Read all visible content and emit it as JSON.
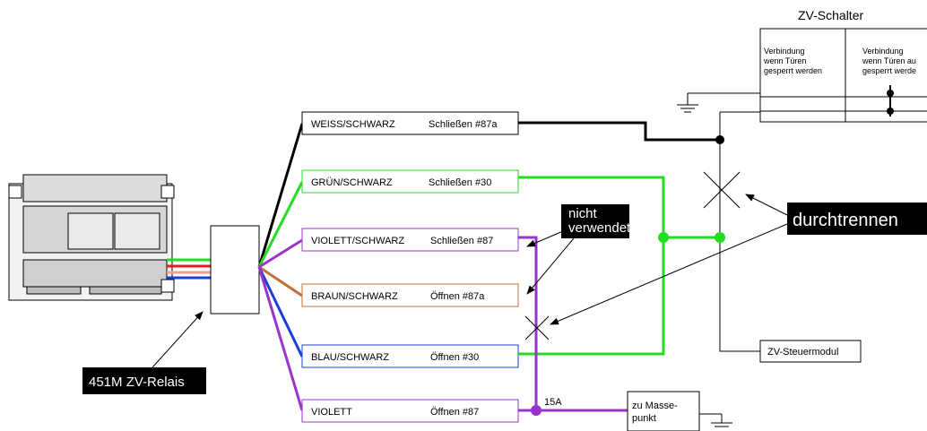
{
  "switch": {
    "title": "ZV-Schalter",
    "col1": [
      "Verbindung",
      "wenn Türen",
      "gesperrt werden"
    ],
    "col2": [
      "Verbindung",
      "wenn Türen au",
      "gesperrt werde"
    ]
  },
  "wires": [
    {
      "color_name": "WEISS/SCHWARZ",
      "function": "Schließen #87a",
      "color": "#000000"
    },
    {
      "color_name": "GRÜN/SCHWARZ",
      "function": "Schließen #30",
      "color": "#22dd22"
    },
    {
      "color_name": "VIOLETT/SCHWARZ",
      "function": "Schließen #87",
      "color": "#9933cc"
    },
    {
      "color_name": "BRAUN/SCHWARZ",
      "function": "Öffnen #87a",
      "color": "#c0703a"
    },
    {
      "color_name": "BLAU/SCHWARZ",
      "function": "Öffnen #30",
      "color": "#1a3fd6"
    },
    {
      "color_name": "VIOLETT",
      "function": "Öffnen #87",
      "color": "#9933cc"
    }
  ],
  "callouts": {
    "nicht_verwendet": [
      "nicht",
      "verwendet"
    ],
    "durchtrennen": "durchtrennen",
    "relay": "451M ZV-Relais"
  },
  "module": "ZV-Steuermodul",
  "fuse": "15A",
  "ground": [
    "zu Masse-",
    "punkt"
  ]
}
